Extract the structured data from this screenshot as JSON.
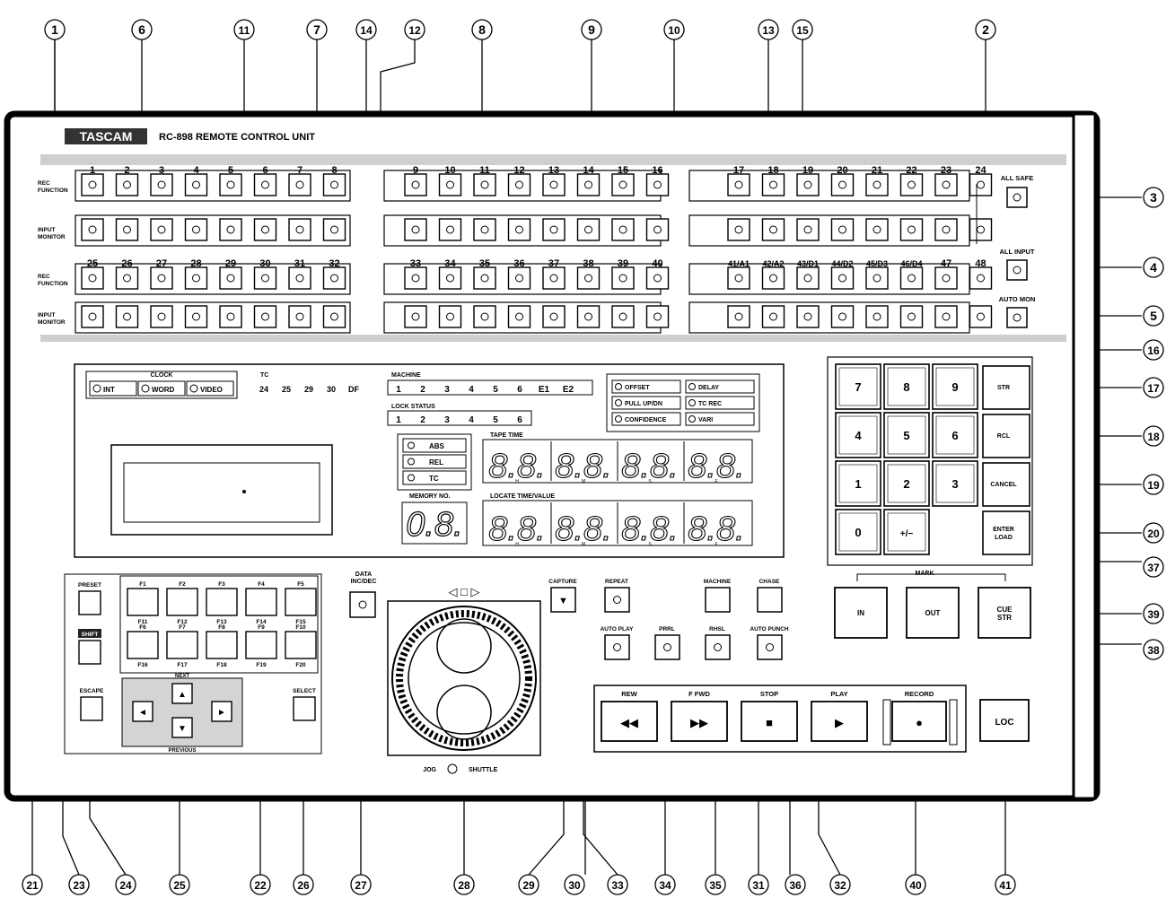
{
  "brand": "TASCAM",
  "model": "RC-898 REMOTE CONTROL UNIT",
  "callouts_top": [
    "1",
    "6",
    "11",
    "7",
    "14",
    "12",
    "8",
    "9",
    "10",
    "13",
    "15",
    "2"
  ],
  "callouts_right": [
    "3",
    "4",
    "5",
    "16",
    "17",
    "18",
    "19",
    "20",
    "37",
    "39",
    "38"
  ],
  "callouts_bottom": [
    "21",
    "23",
    "24",
    "25",
    "22",
    "26",
    "27",
    "28",
    "29",
    "30",
    "33",
    "34",
    "35",
    "31",
    "36",
    "32",
    "40",
    "41"
  ],
  "track_rows": {
    "row1_numbers": [
      "1",
      "2",
      "3",
      "4",
      "5",
      "6",
      "7",
      "8",
      "9",
      "10",
      "11",
      "12",
      "13",
      "14",
      "15",
      "16",
      "17",
      "18",
      "19",
      "20",
      "21",
      "22",
      "23",
      "24"
    ],
    "row2_numbers": [
      "25",
      "26",
      "27",
      "28",
      "29",
      "30",
      "31",
      "32",
      "33",
      "34",
      "35",
      "36",
      "37",
      "38",
      "39",
      "40",
      "41/A1",
      "42/A2",
      "43/D1",
      "44/D2",
      "45/D3",
      "46/D4",
      "47",
      "48"
    ],
    "rec_function": "REC FUNCTION",
    "input_monitor": "INPUT MONITOR"
  },
  "right_side": {
    "all_safe": "ALL SAFE",
    "all_input": "ALL INPUT",
    "auto_mon": "AUTO MON"
  },
  "clock": {
    "title": "CLOCK",
    "options": [
      "INT",
      "WORD",
      "VIDEO"
    ]
  },
  "tc": {
    "title": "TC",
    "values": [
      "24",
      "25",
      "29",
      "30",
      "DF"
    ]
  },
  "machine": {
    "title": "MACHINE",
    "values": [
      "1",
      "2",
      "3",
      "4",
      "5",
      "6",
      "E1",
      "E2"
    ]
  },
  "lock_status": {
    "title": "LOCK STATUS",
    "values": [
      "1",
      "2",
      "3",
      "4",
      "5",
      "6"
    ]
  },
  "status_leds": [
    "OFFSET",
    "DELAY",
    "PULL UP/DN",
    "TC REC",
    "CONFIDENCE",
    "VARI"
  ],
  "time_mode": [
    "ABS",
    "REL",
    "TC"
  ],
  "tape_time": "TAPE TIME",
  "memory_no": "MEMORY NO.",
  "locate_time": "LOCATE TIME/VALUE",
  "time_units": [
    "H",
    "M",
    "S",
    "F"
  ],
  "keypad": [
    "7",
    "8",
    "9",
    "4",
    "5",
    "6",
    "1",
    "2",
    "3",
    "0",
    "+/−"
  ],
  "side_keys": [
    "STR",
    "RCL",
    "CANCEL",
    "ENTER LOAD"
  ],
  "mark": {
    "title": "MARK",
    "keys": [
      "IN",
      "OUT",
      "CUE STR"
    ]
  },
  "left_keys": {
    "preset": "PRESET",
    "shift": "SHIFT",
    "escape": "ESCAPE",
    "select": "SELECT",
    "next": "NEXT",
    "previous": "PREVIOUS"
  },
  "function_keys": {
    "top": [
      "F1",
      "F2",
      "F3",
      "F4",
      "F5",
      "F6",
      "F7",
      "F8",
      "F9",
      "F10"
    ],
    "bottom": [
      "F11",
      "F12",
      "F13",
      "F14",
      "F15",
      "F16",
      "F17",
      "F18",
      "F19",
      "F20"
    ]
  },
  "data_inc_dec": "DATA INC/DEC",
  "jog": {
    "jog": "JOG",
    "shuttle": "SHUTTLE"
  },
  "mode_keys": [
    "CAPTURE",
    "REPEAT",
    "AUTO PLAY",
    "PRRL",
    "RHSL",
    "MACHINE",
    "CHASE",
    "AUTO PUNCH"
  ],
  "transport": [
    "REW",
    "F FWD",
    "STOP",
    "PLAY",
    "RECORD"
  ],
  "loc": "LOC"
}
